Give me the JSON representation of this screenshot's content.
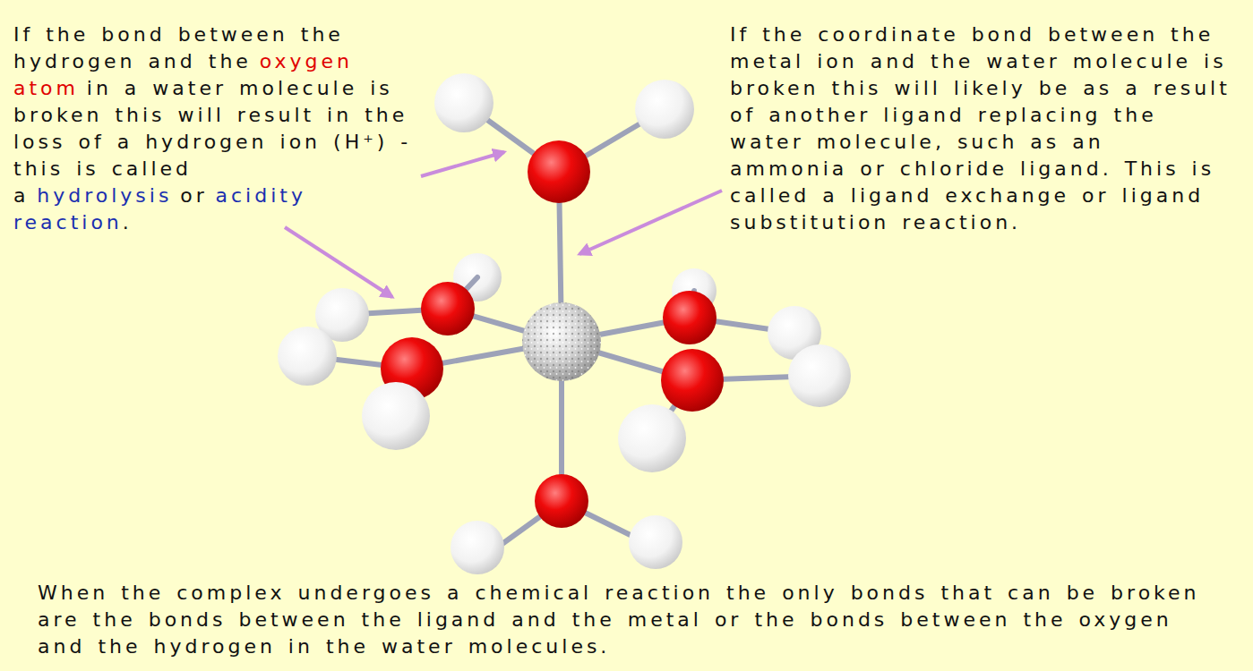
{
  "diagram": {
    "labels": [
      "If the bond between the hydrogen and the",
      "oxygen atom",
      "in a water molecule is broken this will result in the loss of a hydrogen ion (H⁺) - this is called a",
      "hydrolysis",
      "or",
      "acidity reaction",
      ".",
      "If the coordinate bond between the metal ion and the water molecule is broken this will likely be as a result of another ligand replacing the water molecule, such as an ammonia or chloride ligand.  This is called a ligand exchange or ligand substitution reaction.",
      "When the complex undergoes a chemical reaction the only bonds that can be broken are the bonds between the ligand and the metal or the bonds between the oxygen and the hydrogen in the water molecules."
    ]
  }
}
